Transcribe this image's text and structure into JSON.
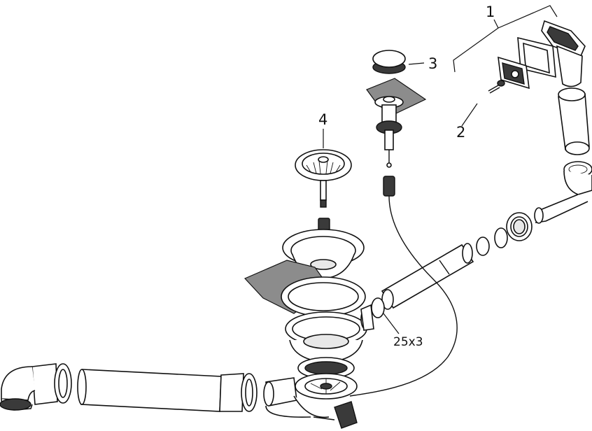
{
  "callouts": {
    "c1": "1",
    "c2": "2",
    "c3": "3",
    "c4": "4",
    "c5": "25x3"
  },
  "colors": {
    "line": "#111111",
    "gasket": "#8c8c8c",
    "background": "#ffffff"
  }
}
